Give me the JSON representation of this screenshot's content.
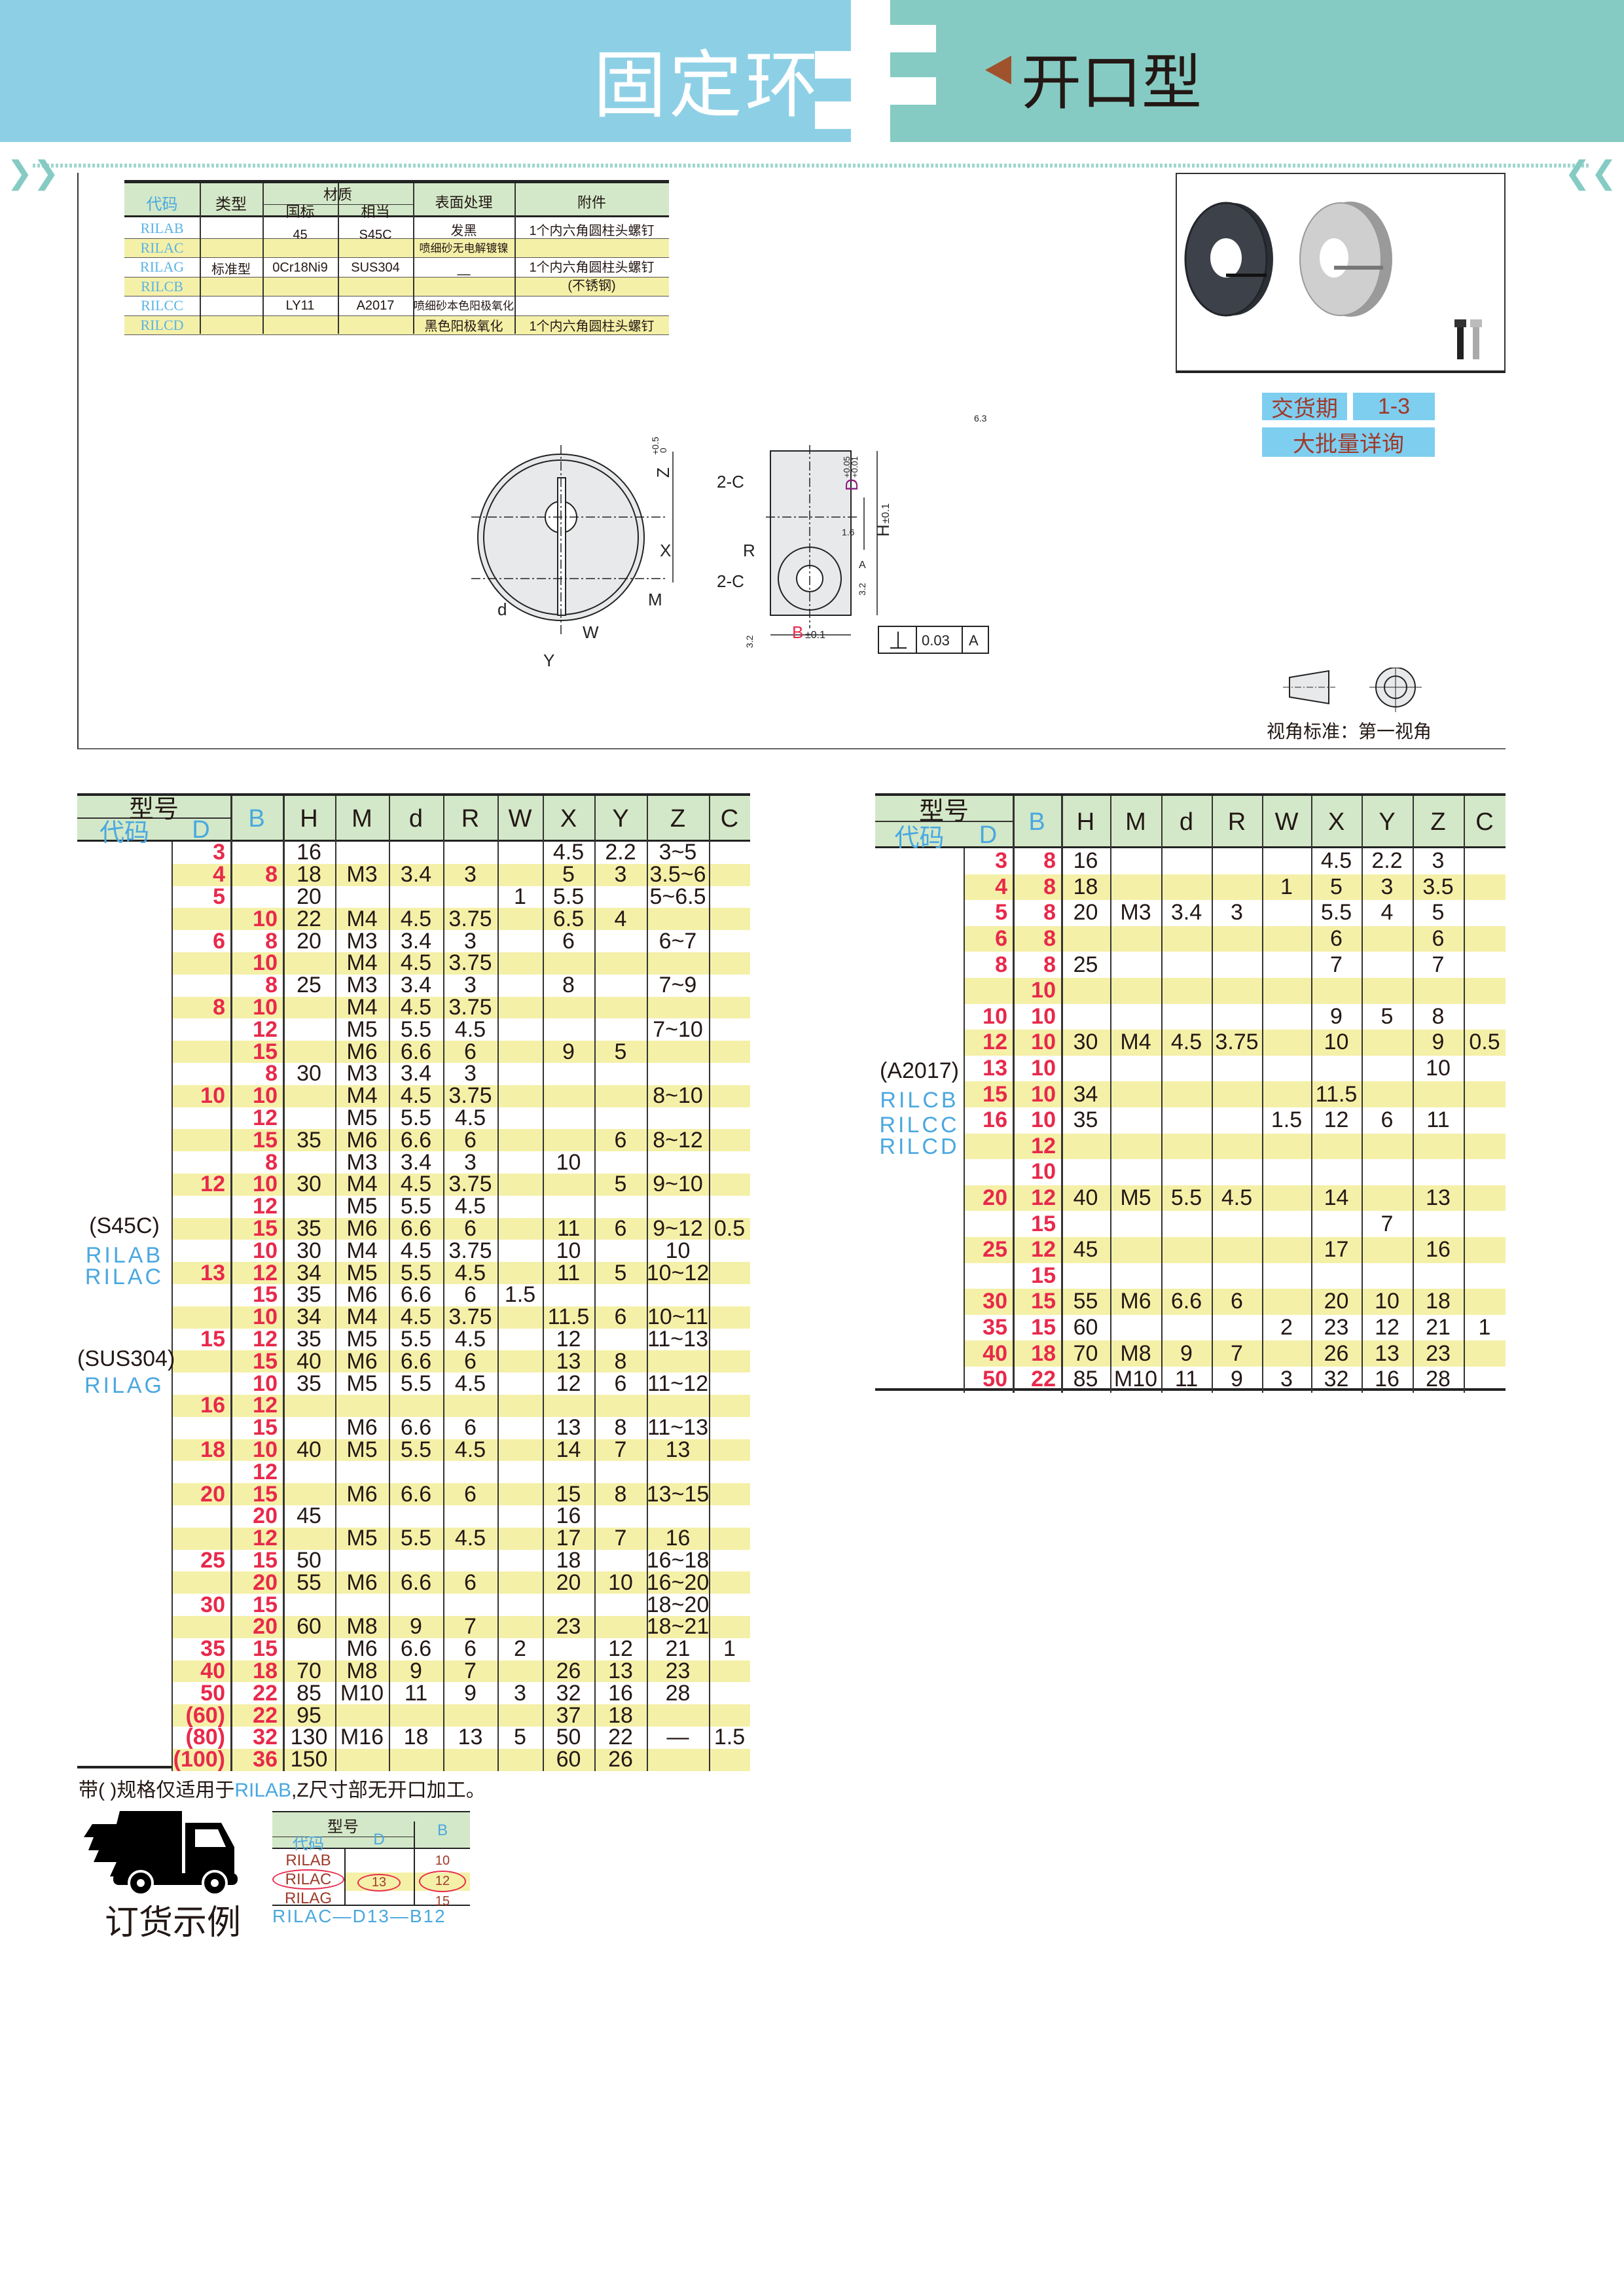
{
  "header": {
    "title": "固定环",
    "subtitle": "开口型"
  },
  "material_table": {
    "headers": {
      "code": "代码",
      "type": "类型",
      "material": "材质",
      "gb": "国标",
      "equiv": "相当",
      "surface": "表面处理",
      "accessory": "附件"
    },
    "codes": [
      "RILAB",
      "RILAC",
      "RILAG",
      "RILCB",
      "RILCC",
      "RILCD"
    ],
    "type_value": "标准型",
    "materials": [
      {
        "gb": "45",
        "equiv": "S45C"
      },
      {
        "gb": "0Cr18Ni9",
        "equiv": "SUS304"
      },
      {
        "gb": "LY11",
        "equiv": "A2017"
      }
    ],
    "surfaces": [
      "发黑",
      "喷细砂无电解镀镍",
      "—",
      "喷细砂本色阳极氧化",
      "黑色阳极氧化"
    ],
    "accessories": [
      "1个内六角圆柱头螺钉",
      "1个内六角圆柱头螺钉",
      "(不锈钢)",
      "1个内六角圆柱头螺钉"
    ]
  },
  "delivery": {
    "label": "交货期",
    "value": "1-3",
    "bulk": "大批量详询"
  },
  "drawing": {
    "labels": {
      "z": "Z",
      "z_tol_up": "+0.5",
      "z_tol_low": "0",
      "x": "X",
      "d": "d",
      "m": "M",
      "w": "W",
      "y": "Y",
      "c1": "2-C",
      "c2": "2-C",
      "r": "R",
      "b": "B",
      "b_tol": "±0.1",
      "h": "H",
      "h_tol": "±0.1",
      "dd": "D",
      "d_tol_up": "+0.05",
      "d_tol_low": "+0.01",
      "rough1": "6.3",
      "rough2": "1.6",
      "rough3": "3.2",
      "rough4": "3.2",
      "datum": "A",
      "tol_value": "0.03",
      "tol_datum": "A"
    },
    "view_standard": "视角标准：第一视角"
  },
  "columns": [
    "B",
    "H",
    "M",
    "d",
    "R",
    "W",
    "X",
    "Y",
    "Z",
    "C"
  ],
  "model_header": {
    "model": "型号",
    "code": "代码",
    "d": "D"
  },
  "left_table": {
    "labels": [
      "(S45C)",
      "RILAB",
      "RILAC",
      "(SUS304)",
      "RILAG"
    ],
    "rows": [
      [
        "3",
        "",
        "16",
        "",
        "",
        "",
        "",
        "4.5",
        "2.2",
        "3~5",
        ""
      ],
      [
        "4",
        "8",
        "18",
        "M3",
        "3.4",
        "3",
        "",
        "5",
        "3",
        "3.5~6",
        ""
      ],
      [
        "5",
        "",
        "20",
        "",
        "",
        "",
        "1",
        "5.5",
        "",
        "5~6.5",
        ""
      ],
      [
        "",
        "10",
        "22",
        "M4",
        "4.5",
        "3.75",
        "",
        "6.5",
        "4",
        "",
        ""
      ],
      [
        "6",
        "8",
        "20",
        "M3",
        "3.4",
        "3",
        "",
        "6",
        "",
        "6~7",
        ""
      ],
      [
        "",
        "10",
        "",
        "M4",
        "4.5",
        "3.75",
        "",
        "",
        "",
        "",
        ""
      ],
      [
        "",
        "8",
        "25",
        "M3",
        "3.4",
        "3",
        "",
        "8",
        "",
        "7~9",
        ""
      ],
      [
        "8",
        "10",
        "",
        "M4",
        "4.5",
        "3.75",
        "",
        "",
        "",
        "",
        ""
      ],
      [
        "",
        "12",
        "",
        "M5",
        "5.5",
        "4.5",
        "",
        "",
        "",
        "7~10",
        ""
      ],
      [
        "",
        "15",
        "",
        "M6",
        "6.6",
        "6",
        "",
        "9",
        "5",
        "",
        ""
      ],
      [
        "",
        "8",
        "30",
        "M3",
        "3.4",
        "3",
        "",
        "",
        "",
        "",
        ""
      ],
      [
        "10",
        "10",
        "",
        "M4",
        "4.5",
        "3.75",
        "",
        "",
        "",
        "8~10",
        ""
      ],
      [
        "",
        "12",
        "",
        "M5",
        "5.5",
        "4.5",
        "",
        "",
        "",
        "",
        ""
      ],
      [
        "",
        "15",
        "35",
        "M6",
        "6.6",
        "6",
        "",
        "",
        "6",
        "8~12",
        ""
      ],
      [
        "",
        "8",
        "",
        "M3",
        "3.4",
        "3",
        "",
        "10",
        "",
        "",
        ""
      ],
      [
        "12",
        "10",
        "30",
        "M4",
        "4.5",
        "3.75",
        "",
        "",
        "5",
        "9~10",
        ""
      ],
      [
        "",
        "12",
        "",
        "M5",
        "5.5",
        "4.5",
        "",
        "",
        "",
        "",
        ""
      ],
      [
        "",
        "15",
        "35",
        "M6",
        "6.6",
        "6",
        "",
        "11",
        "6",
        "9~12",
        "0.5"
      ],
      [
        "",
        "10",
        "30",
        "M4",
        "4.5",
        "3.75",
        "",
        "10",
        "",
        "10",
        ""
      ],
      [
        "13",
        "12",
        "34",
        "M5",
        "5.5",
        "4.5",
        "",
        "11",
        "5",
        "10~12",
        ""
      ],
      [
        "",
        "15",
        "35",
        "M6",
        "6.6",
        "6",
        "1.5",
        "",
        "",
        "",
        ""
      ],
      [
        "",
        "10",
        "34",
        "M4",
        "4.5",
        "3.75",
        "",
        "11.5",
        "6",
        "10~11",
        ""
      ],
      [
        "15",
        "12",
        "35",
        "M5",
        "5.5",
        "4.5",
        "",
        "12",
        "",
        "11~13",
        ""
      ],
      [
        "",
        "15",
        "40",
        "M6",
        "6.6",
        "6",
        "",
        "13",
        "8",
        "",
        ""
      ],
      [
        "",
        "10",
        "35",
        "M5",
        "5.5",
        "4.5",
        "",
        "12",
        "6",
        "11~12",
        ""
      ],
      [
        "16",
        "12",
        "",
        "",
        "",
        "",
        "",
        "",
        "",
        "",
        ""
      ],
      [
        "",
        "15",
        "",
        "M6",
        "6.6",
        "6",
        "",
        "13",
        "8",
        "11~13",
        ""
      ],
      [
        "18",
        "10",
        "40",
        "M5",
        "5.5",
        "4.5",
        "",
        "14",
        "7",
        "13",
        ""
      ],
      [
        "",
        "12",
        "",
        "",
        "",
        "",
        "",
        "",
        "",
        "",
        ""
      ],
      [
        "20",
        "15",
        "",
        "M6",
        "6.6",
        "6",
        "",
        "15",
        "8",
        "13~15",
        ""
      ],
      [
        "",
        "20",
        "45",
        "",
        "",
        "",
        "",
        "16",
        "",
        "",
        ""
      ],
      [
        "",
        "12",
        "",
        "M5",
        "5.5",
        "4.5",
        "",
        "17",
        "7",
        "16",
        ""
      ],
      [
        "25",
        "15",
        "50",
        "",
        "",
        "",
        "",
        "18",
        "",
        "16~18",
        ""
      ],
      [
        "",
        "20",
        "55",
        "M6",
        "6.6",
        "6",
        "",
        "20",
        "10",
        "16~20",
        ""
      ],
      [
        "30",
        "15",
        "",
        "",
        "",
        "",
        "",
        "",
        "",
        "18~20",
        ""
      ],
      [
        "",
        "20",
        "60",
        "M8",
        "9",
        "7",
        "",
        "23",
        "",
        "18~21",
        ""
      ],
      [
        "35",
        "15",
        "",
        "M6",
        "6.6",
        "6",
        "2",
        "",
        "12",
        "21",
        "1"
      ],
      [
        "40",
        "18",
        "70",
        "M8",
        "9",
        "7",
        "",
        "26",
        "13",
        "23",
        ""
      ],
      [
        "50",
        "22",
        "85",
        "M10",
        "11",
        "9",
        "3",
        "32",
        "16",
        "28",
        ""
      ],
      [
        "(60)",
        "22",
        "95",
        "",
        "",
        "",
        "",
        "37",
        "18",
        "",
        ""
      ],
      [
        "(80)",
        "32",
        "130",
        "M16",
        "18",
        "13",
        "5",
        "50",
        "22",
        "—",
        "1.5"
      ],
      [
        "(100)",
        "36",
        "150",
        "",
        "",
        "",
        "",
        "60",
        "26",
        "",
        ""
      ]
    ]
  },
  "right_table": {
    "labels": [
      "(A2017)",
      "RILCB",
      "RILCC",
      "RILCD"
    ],
    "rows": [
      [
        "3",
        "8",
        "16",
        "",
        "",
        "",
        "",
        "4.5",
        "2.2",
        "3",
        ""
      ],
      [
        "4",
        "8",
        "18",
        "",
        "",
        "",
        "1",
        "5",
        "3",
        "3.5",
        ""
      ],
      [
        "5",
        "8",
        "20",
        "M3",
        "3.4",
        "3",
        "",
        "5.5",
        "4",
        "5",
        ""
      ],
      [
        "6",
        "8",
        "",
        "",
        "",
        "",
        "",
        "6",
        "",
        "6",
        ""
      ],
      [
        "8",
        "8",
        "25",
        "",
        "",
        "",
        "",
        "7",
        "",
        "7",
        ""
      ],
      [
        "",
        "10",
        "",
        "",
        "",
        "",
        "",
        "",
        "",
        "",
        ""
      ],
      [
        "10",
        "10",
        "",
        "",
        "",
        "",
        "",
        "9",
        "5",
        "8",
        ""
      ],
      [
        "12",
        "10",
        "30",
        "M4",
        "4.5",
        "3.75",
        "",
        "10",
        "",
        "9",
        "0.5"
      ],
      [
        "13",
        "10",
        "",
        "",
        "",
        "",
        "",
        "",
        "",
        "10",
        ""
      ],
      [
        "15",
        "10",
        "34",
        "",
        "",
        "",
        "",
        "11.5",
        "",
        "",
        ""
      ],
      [
        "16",
        "10",
        "35",
        "",
        "",
        "",
        "1.5",
        "12",
        "6",
        "11",
        ""
      ],
      [
        "",
        "12",
        "",
        "",
        "",
        "",
        "",
        "",
        "",
        "",
        ""
      ],
      [
        "",
        "10",
        "",
        "",
        "",
        "",
        "",
        "",
        "",
        "",
        ""
      ],
      [
        "20",
        "12",
        "40",
        "M5",
        "5.5",
        "4.5",
        "",
        "14",
        "",
        "13",
        ""
      ],
      [
        "",
        "15",
        "",
        "",
        "",
        "",
        "",
        "",
        "7",
        "",
        ""
      ],
      [
        "25",
        "12",
        "45",
        "",
        "",
        "",
        "",
        "17",
        "",
        "16",
        ""
      ],
      [
        "",
        "15",
        "",
        "",
        "",
        "",
        "",
        "",
        "",
        "",
        ""
      ],
      [
        "30",
        "15",
        "55",
        "M6",
        "6.6",
        "6",
        "",
        "20",
        "10",
        "18",
        ""
      ],
      [
        "35",
        "15",
        "60",
        "",
        "",
        "",
        "2",
        "23",
        "12",
        "21",
        "1"
      ],
      [
        "40",
        "18",
        "70",
        "M8",
        "9",
        "7",
        "",
        "26",
        "13",
        "23",
        ""
      ],
      [
        "50",
        "22",
        "85",
        "M10",
        "11",
        "9",
        "3",
        "32",
        "16",
        "28",
        ""
      ]
    ]
  },
  "footnote": {
    "prefix": "带( )规格仅适用于",
    "code": "RILAB",
    "suffix": ",Z尺寸部无开口加工。"
  },
  "order_example": {
    "title": "订货示例",
    "headers": {
      "model": "型号",
      "code": "代码",
      "d": "D",
      "b": "B"
    },
    "codes": [
      "RILAB",
      "RILAC",
      "RILAG"
    ],
    "d_value": "13",
    "b_values": [
      "10",
      "12",
      "15"
    ],
    "result": "RILAC—D13—B12"
  },
  "colors": {
    "header_blue": "#8DD0E6",
    "header_teal": "#85CBC3",
    "table_header": "#D3E8C8",
    "row_yellow": "#F5F0A8",
    "accent_red": "#E8294B",
    "code_blue": "#4AA8E0"
  }
}
